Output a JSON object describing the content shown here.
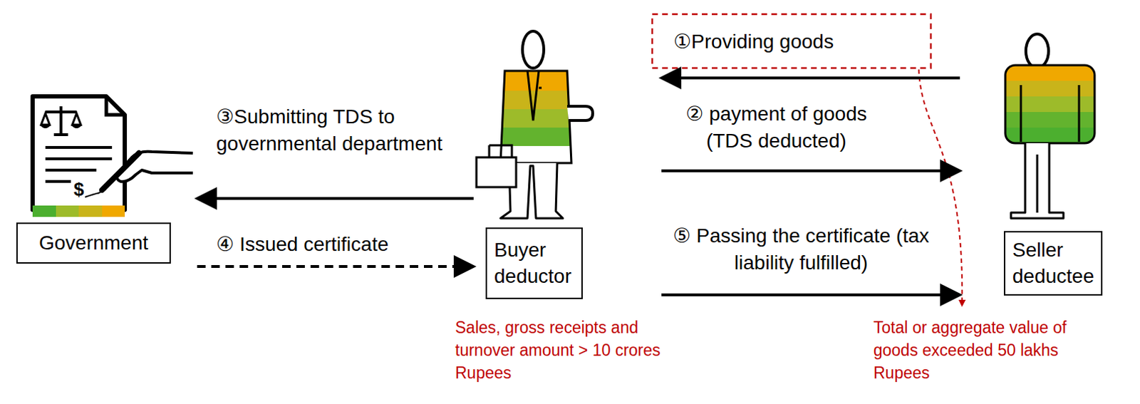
{
  "diagram": {
    "nodes": [
      {
        "text": [
          "Government"
        ]
      },
      {
        "text": [
          "Buyer deductor"
        ]
      },
      {
        "text": [
          "Seller deductee"
        ]
      }
    ],
    "edges": [
      {
        "from": 2,
        "to": 1,
        "arrow": "to",
        "label": "①Providing goods"
      },
      {
        "from": 1,
        "to": 2,
        "arrow": "to",
        "label": "② payment of goods (TDS deducted)"
      },
      {
        "from": 1,
        "to": 0,
        "arrow": "to",
        "label": "③Submitting TDS to governmental department"
      },
      {
        "from": 0,
        "to": 1,
        "arrow": "to",
        "label": "④ Issued certificate"
      },
      {
        "from": 1,
        "to": 2,
        "arrow": "to",
        "label": "⑤ Passing the certificate (tax liability fulfilled)"
      }
    ],
    "labels": [
      "$",
      "Sales, gross receipts and turnover amount > 10 crores Rupees",
      "Total or aggregate value of goods exceeded 50 lakhs Rupees"
    ]
  }
}
